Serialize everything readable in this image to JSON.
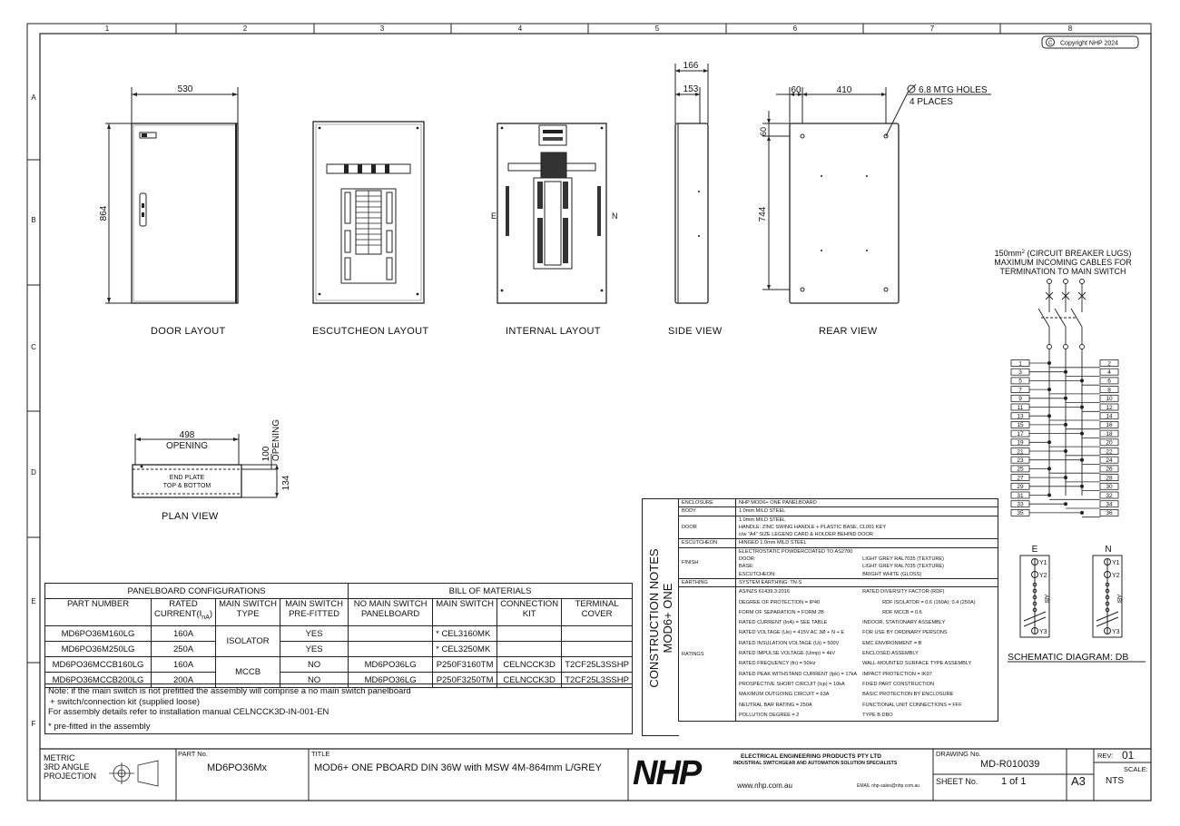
{
  "copyright": "Copyright NHP 2024",
  "grid": {
    "columns": [
      "1",
      "2",
      "3",
      "4",
      "5",
      "6",
      "7",
      "8"
    ],
    "rows": [
      "A",
      "B",
      "C",
      "D",
      "E",
      "F"
    ]
  },
  "views": {
    "door": "DOOR LAYOUT",
    "escutcheon": "ESCUTCHEON LAYOUT",
    "internal": "INTERNAL LAYOUT",
    "side": "SIDE VIEW",
    "rear": "REAR VIEW",
    "plan": "PLAN VIEW"
  },
  "dimensions": {
    "door_width": "530",
    "door_height": "864",
    "side_depth_outer": "166",
    "side_depth_inner": "153",
    "rear_left": "60",
    "rear_width": "410",
    "rear_top": "60",
    "rear_height": "744",
    "mtg_holes": "6.8 MTG HOLES",
    "mtg_places": "4 PLACES",
    "plan_width": "498",
    "plan_opening": "OPENING",
    "plan_depth": "100",
    "plan_depth_label": "OPENING",
    "plan_height": "134",
    "end_plate_1": "END PLATE",
    "end_plate_2": "TOP & BOTTOM",
    "internal_e": "E",
    "internal_n": "N"
  },
  "schematic": {
    "cable_note_1_prefix": "150mm",
    "cable_note_1_sup": "2",
    "cable_note_1_suffix": " (CIRCUIT BREAKER LUGS)",
    "cable_note_2": "MAXIMUM INCOMING CABLES FOR",
    "cable_note_3": "TERMINATION TO MAIN SWITCH",
    "left_ways": [
      "1",
      "3",
      "5",
      "7",
      "9",
      "11",
      "13",
      "15",
      "17",
      "19",
      "21",
      "23",
      "25",
      "27",
      "29",
      "31",
      "33",
      "35"
    ],
    "right_ways": [
      "2",
      "4",
      "6",
      "8",
      "10",
      "12",
      "14",
      "16",
      "18",
      "20",
      "22",
      "24",
      "26",
      "28",
      "30",
      "32",
      "34",
      "36"
    ],
    "earth_label": "E",
    "neutral_label": "N",
    "y1": "Y1",
    "y2": "Y2",
    "y3": "Y3",
    "abi": "ABI",
    "title": "SCHEMATIC DIAGRAM: DB"
  },
  "config_table": {
    "group1": "PANELBOARD CONFIGURATIONS",
    "group2": "BILL OF MATERIALS",
    "headers": [
      "PART NUMBER",
      "RATED CURRENT(I",
      "MAIN SWITCH TYPE",
      "MAIN SWITCH PRE-FITTED",
      "NO MAIN SWITCH PANELBOARD",
      "MAIN SWITCH",
      "CONNECTION KIT",
      "TERMINAL COVER"
    ],
    "rated_sub": "nA",
    "rows": [
      [
        "MD6PO36M160LG",
        "160A",
        "YES",
        "",
        "* CEL3160MK",
        "",
        ""
      ],
      [
        "MD6PO36M250LG",
        "250A",
        "YES",
        "",
        "* CEL3250MK",
        "",
        ""
      ],
      [
        "MD6PO36MCCB160LG",
        "160A",
        "NO",
        "MD6PO36LG",
        "P250F3160TM",
        "CELNCCK3D",
        "T2CF25L3SSHP"
      ],
      [
        "MD6PO36MCCB200LG",
        "200A",
        "NO",
        "MD6PO36LG",
        "P250F3250TM",
        "CELNCCK3D",
        "T2CF25L3SSHP"
      ]
    ],
    "type_isolator": "ISOLATOR",
    "type_mccb": "MCCB",
    "note_1": "Note: if the main switch is not prefitted the assembly will comprise a no main switch panelboard",
    "note_2": "+ switch/connection kit (supplied loose)",
    "note_3": "For assembly details refer to installation manual CELNCCK3D-IN-001-EN",
    "note_4": "* pre-fitted in the assembly"
  },
  "construction": {
    "title_1": "CONSTRUCTION NOTES",
    "title_2": "MOD6+ ONE",
    "enclosure_k": "ENCLOSURE",
    "enclosure_v": "NHP MOD6+ ONE PANELBOARD",
    "body_k": "BODY",
    "body_v": "1.0mm MILD STEEL",
    "door_k": "DOOR",
    "door_v1": "1.0mm MILD STEEL",
    "door_v2": "HANDLE:  ZINC SWING HANDLE + PLASTIC BASE, CL001 KEY",
    "door_v3": "c/w \"A4\" SIZE LEGEND CARD & HOLDER BEHIND DOOR",
    "esc_k": "ESCUTCHEON",
    "esc_v": "HINGED 1.0mm MILD STEEL",
    "finish_k": "FINISH",
    "finish_v1": "ELECTROSTATIC POWDERCOATED TO AS2700",
    "finish_door": "DOOR:",
    "finish_door_v": "LIGHT GREY RAL7035 (TEXTURE)",
    "finish_base": "BASE:",
    "finish_base_v": "LIGHT GREY RAL7035 (TEXTURE)",
    "finish_esc": "ESCUTCHEON:",
    "finish_esc_v": "BRIGHT WHITE (GLOSS)",
    "earthing_k": "EARTHING",
    "earthing_v": "SYSTEM EARTHING:   TN-S",
    "ratings_k": "RATINGS",
    "ratings_left": [
      "AS/NZS 61439.3:2016",
      "DEGREE OF PROTECTION = IP40",
      "FORM OF SEPARATION = FORM 2B",
      "RATED CURRENT (InA) = SEE TABLE",
      "RATED VOLTAGE (Ue) = 415V AC 3Ø + N + E",
      "RATED INSULATION VOLTAGE (Ui) = 500V",
      "RATED IMPULSE VOLTAGE (Uimp) = 4kV",
      "RATED FREQUENCY (fn) = 50Hz",
      "RATED PEAK WITHSTAND CURRENT (Ipk) = 17kA",
      "PROSPECTIVE SHORT CIRCUIT (Icp) = 10kA",
      "MAXIMUM OUTGOING CIRCUIT = 63A",
      "NEUTRAL BAR RATING = 250A",
      "POLLUTION DEGREE = 2"
    ],
    "ratings_right": [
      "RATED DIVERSITY FACTOR (RDF)",
      "RDF ISOLATOR = 0.6 (160A); 0.4 (250A)",
      "RDF MCCB = 0.6",
      "INDOOR, STATIONARY ASSEMBLY",
      "FOR USE BY ORDINARY PERSONS",
      "EMC ENVIRONMENT = B",
      "ENCLOSED ASSEMBLY",
      "WALL-MOUNTED SURFACE TYPE ASSEMBLY",
      "IMPACT PROTECTION = IK07",
      "FIXED PART CONSTRUCTION",
      "BASIC PROTECTION BY ENCLOSURE",
      "FUNCTIONAL UNIT CONNECTIONS = FFF",
      "TYPE B DBO"
    ]
  },
  "title_block": {
    "projection_1": "METRIC",
    "projection_2": "3RD ANGLE",
    "projection_3": "PROJECTION",
    "part_no_label": "PART No.",
    "part_no": "MD6PO36Mx",
    "title_label": "TITLE",
    "title": "MOD6+ ONE PBOARD DIN 36W with MSW 4M-864mm L/GREY",
    "logo": "NHP",
    "company_1": "ELECTRICAL ENGINEERING PRODUCTS PTY LTD",
    "company_2": "INDUSTRIAL SWITCHGEAR AND AUTOMATION SOLUTION SPECIALISTS",
    "website": "www.nhp.com.au",
    "email": "EMAIL nhp-sales@nhp.com.au",
    "drawing_label": "DRAWING No.",
    "drawing_no": "MD-R010039",
    "rev_label": "REV:",
    "rev": "01",
    "scale_label": "SCALE:",
    "scale": "NTS",
    "sheet_label": "SHEET No.",
    "sheet": "1 of 1",
    "size": "A3"
  }
}
